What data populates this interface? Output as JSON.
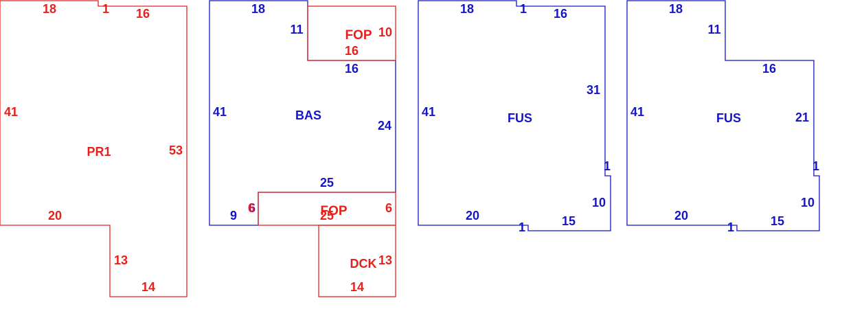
{
  "colors": {
    "red": "#e8201c",
    "blue": "#1515c8"
  },
  "areas": {
    "pr1": "PR1",
    "bas": "BAS",
    "fop_top": "FOP",
    "fop_bottom": "FOP",
    "dck": "DCK",
    "fus_a": "FUS",
    "fus_b": "FUS"
  },
  "dims": {
    "pr1": {
      "top_left": "18",
      "step": "1",
      "top_right": "16",
      "left": "41",
      "right": "53",
      "bottom_left": "20",
      "inner_side": "13",
      "bottom": "14"
    },
    "bas": {
      "top": "18",
      "inner_side": "11",
      "inner_top": "16",
      "left": "41",
      "right": "24",
      "bottom_segment": "9",
      "porch_side": "6"
    },
    "fop_top": {
      "right": "10",
      "bottom": "16"
    },
    "fop_bottom": {
      "top": "25",
      "left": "6",
      "right": "6",
      "bottom": "25"
    },
    "dck": {
      "right": "13",
      "bottom": "14"
    },
    "fus_a": {
      "top_left": "18",
      "step": "1",
      "top_right": "16",
      "left": "41",
      "right": "31",
      "notch_side": "1",
      "notch_lower": "10",
      "bottom_left": "20",
      "bottom_step": "1",
      "bottom_right": "15"
    },
    "fus_b": {
      "top": "18",
      "inner_side": "11",
      "inner_top": "16",
      "left": "41",
      "right": "21",
      "notch_side": "1",
      "notch_lower": "10",
      "bottom_left": "20",
      "bottom_step": "1",
      "bottom_right": "15"
    }
  }
}
